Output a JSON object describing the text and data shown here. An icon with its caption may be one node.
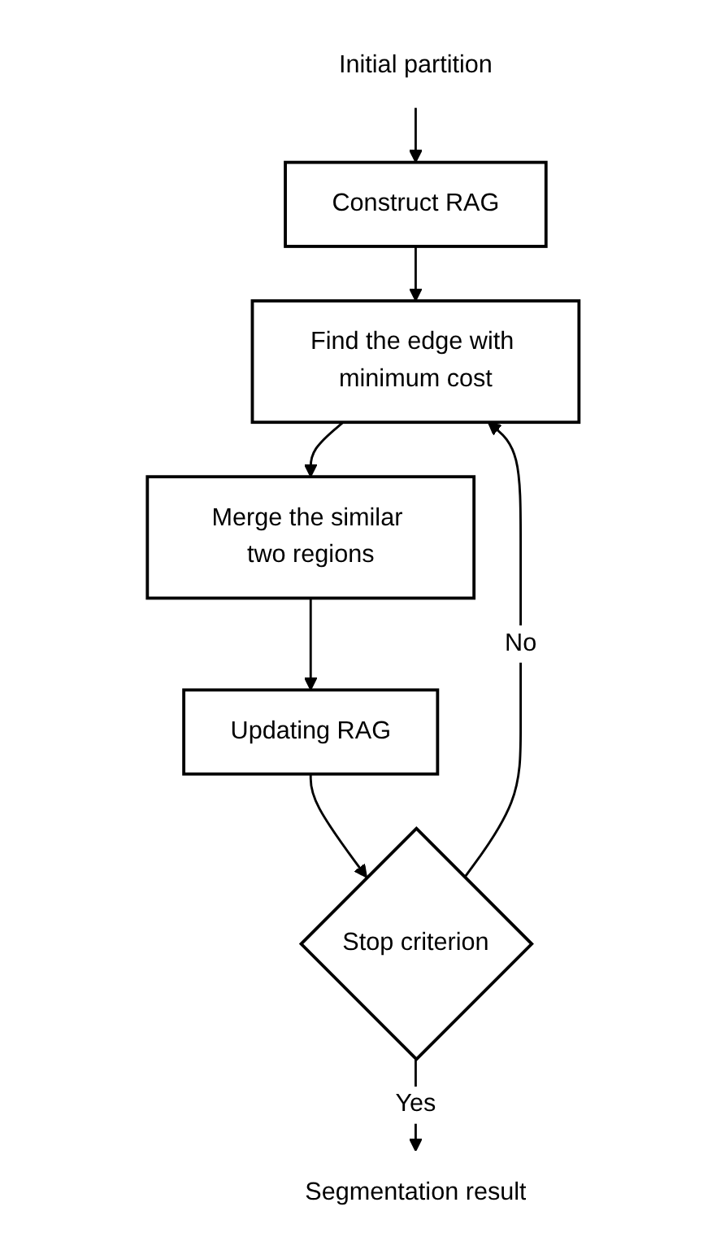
{
  "diagram": {
    "nodes": [
      {
        "text": [
          "Initial partition"
        ]
      },
      {
        "text": [
          "Construct RAG"
        ]
      },
      {
        "text": [
          "Find the edge with minimum cost"
        ]
      },
      {
        "text": [
          "Merge the similar two regions"
        ]
      },
      {
        "text": [
          "Updating RAG"
        ]
      },
      {
        "text": [
          "Stop criterion"
        ]
      },
      {
        "text": [
          "Segmentation result"
        ]
      }
    ],
    "edges": [
      {
        "from": 0,
        "to": 1,
        "arrow": "to"
      },
      {
        "from": 1,
        "to": 2,
        "arrow": "to"
      },
      {
        "from": 2,
        "to": 3,
        "arrow": "to"
      },
      {
        "from": 3,
        "to": 4,
        "arrow": "to"
      },
      {
        "from": 4,
        "to": 5,
        "arrow": "to"
      },
      {
        "from": 5,
        "to": 2,
        "label": "No",
        "arrow": "to"
      },
      {
        "from": 5,
        "to": 6,
        "label": "Yes",
        "arrow": "to"
      }
    ]
  }
}
